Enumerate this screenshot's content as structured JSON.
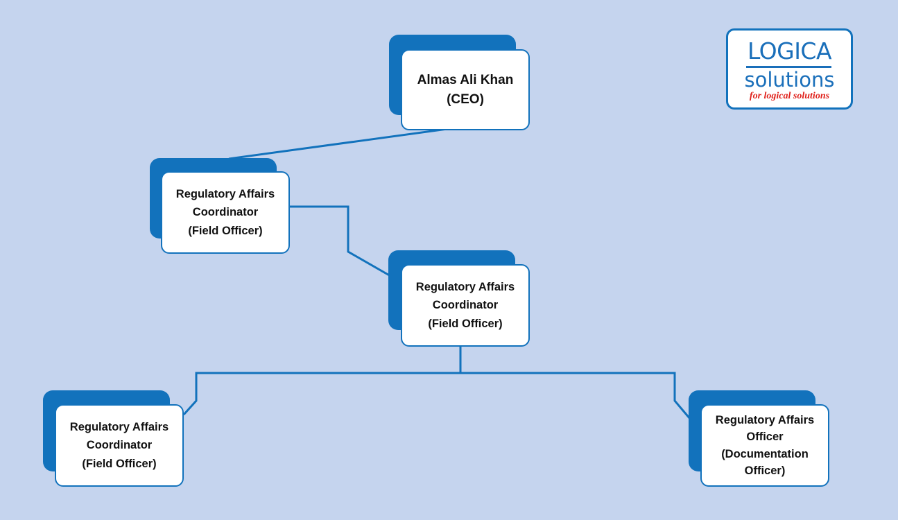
{
  "colors": {
    "background": "#c5d4ee",
    "accent": "#1272bc",
    "card": "#ffffff",
    "tagline": "#e0201a"
  },
  "logo": {
    "brand": "LOGICA",
    "sub": "solutions",
    "tagline": "for logical solutions"
  },
  "nodes": [
    {
      "id": "ceo",
      "lines": [
        "Almas Ali Khan",
        "(CEO)"
      ]
    },
    {
      "id": "rac1",
      "lines": [
        "Regulatory Affairs",
        "Coordinator",
        "(Field Officer)"
      ]
    },
    {
      "id": "rac2",
      "lines": [
        "Regulatory Affairs",
        "Coordinator",
        "(Field Officer)"
      ]
    },
    {
      "id": "rac3",
      "lines": [
        "Regulatory Affairs",
        "Coordinator",
        "(Field Officer)"
      ]
    },
    {
      "id": "rao",
      "lines": [
        "Regulatory Affairs",
        "Officer",
        "(Documentation",
        "Officer)"
      ]
    }
  ],
  "edges": [
    {
      "from": "ceo",
      "to": "rac1"
    },
    {
      "from": "rac1",
      "to": "rac2"
    },
    {
      "from": "rac2",
      "to": "rac3"
    },
    {
      "from": "rac2",
      "to": "rao"
    }
  ]
}
